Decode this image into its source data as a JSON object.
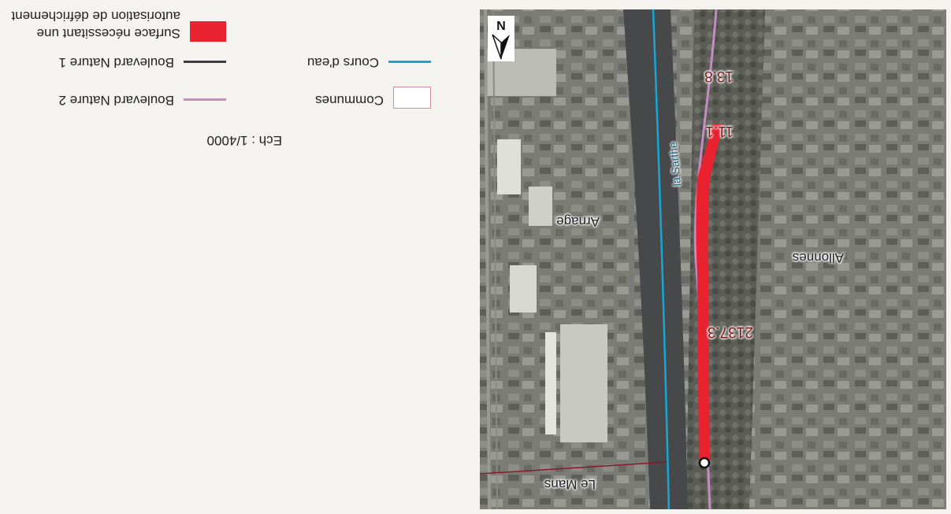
{
  "map": {
    "labels": {
      "le_mans": "Le Mans",
      "arnage": "Arnage",
      "allonnes": "Allonnes",
      "river": "la Sarthe"
    },
    "distances": [
      "13.8",
      "11.1",
      "2137.3"
    ],
    "north": "N"
  },
  "legend": {
    "items": [
      {
        "label": "Communes",
        "color": "#d98a9a"
      },
      {
        "label": "Boulevard Nature 2",
        "color": "#c58bc2"
      },
      {
        "label": "Cours d'eau",
        "color": "#19a6d6"
      },
      {
        "label": "Boulevard Nature 1",
        "color": "#3a3c46"
      },
      {
        "label": "Surface nécessitant une autorisation de défrichement",
        "color": "#e8222e"
      }
    ],
    "scale": "Ech : 1/4000"
  }
}
